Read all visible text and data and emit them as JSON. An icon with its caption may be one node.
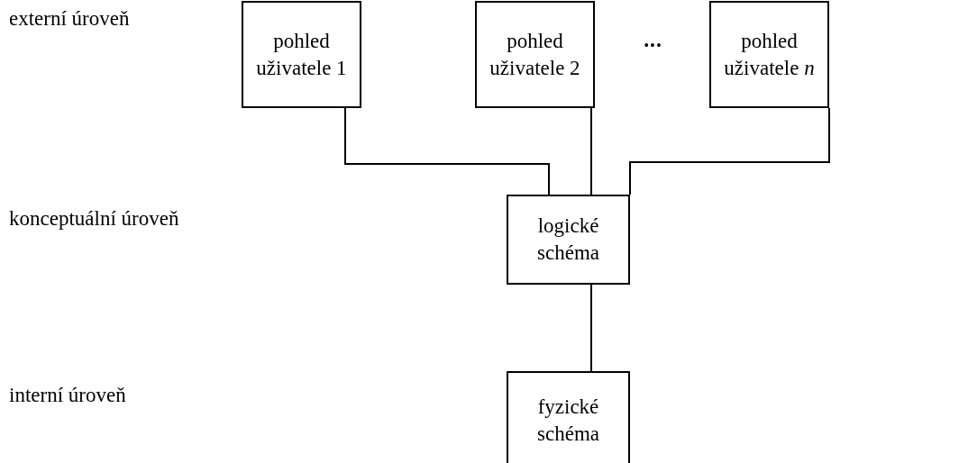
{
  "diagram": {
    "nodes": [
      {
        "text": [
          "pohled uživatele 1"
        ]
      },
      {
        "text": [
          "pohled uživatele 2"
        ]
      },
      {
        "text": [
          "pohled uživatele *n*"
        ]
      },
      {
        "text": [
          "logické schéma"
        ]
      },
      {
        "text": [
          "fyzické schéma"
        ]
      }
    ],
    "edges": [
      {
        "from": 0,
        "to": 3,
        "arrow": "none"
      },
      {
        "from": 1,
        "to": 3,
        "arrow": "none"
      },
      {
        "from": 2,
        "to": 3,
        "arrow": "none"
      },
      {
        "from": 3,
        "to": 4,
        "arrow": "none"
      }
    ],
    "labels": [
      "externí úroveň",
      "•••",
      "konceptuální úroveň",
      "interní úroveň"
    ]
  }
}
